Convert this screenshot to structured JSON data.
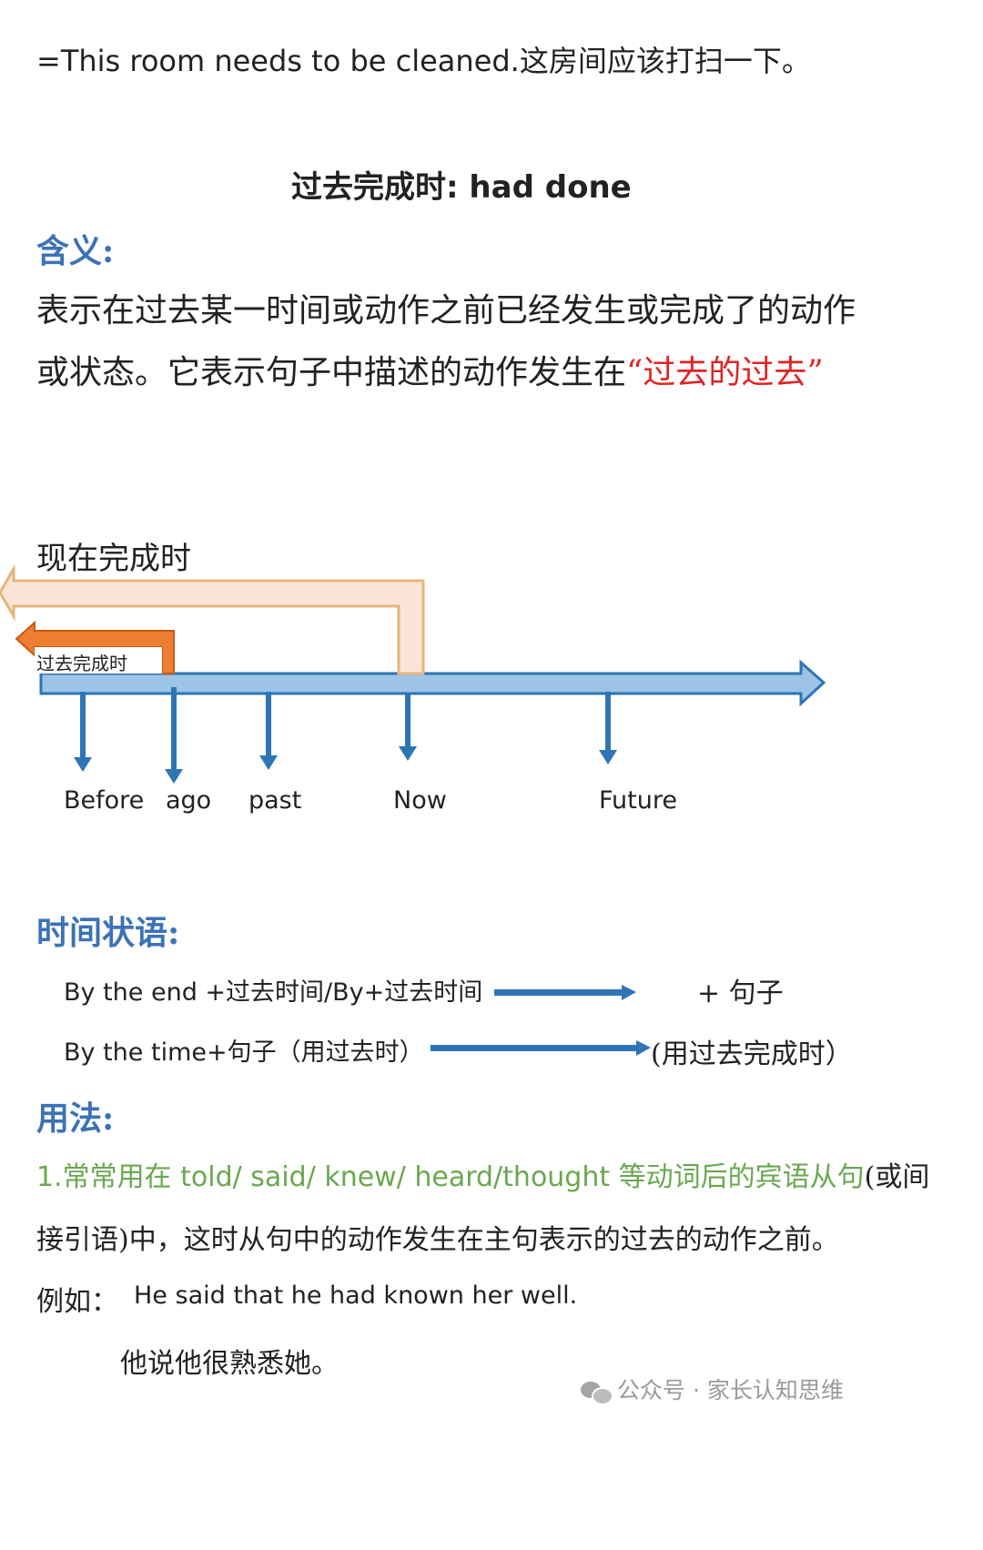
{
  "intro_line": "=This room needs to be cleaned.这房间应该打扫一下。",
  "section_title": "过去完成时: had done",
  "meaning": {
    "heading": "含义:",
    "line1": "表示在过去某一时间或动作之前已经发生或完成了的动作",
    "line2_prefix": "或状态。它表示句子中描述的动作发生在",
    "line2_highlight": "“过去的过去”"
  },
  "timeline": {
    "present_perfect_label": "现在完成时",
    "past_perfect_label": "过去完成时",
    "points": [
      "Before",
      "ago",
      "past",
      "Now",
      "Future"
    ],
    "colors": {
      "timeline_fill": "#9dc3e6",
      "timeline_stroke": "#2e75b6",
      "present_perfect_fill": "#fbe5d6",
      "present_perfect_stroke": "#e8b47c",
      "past_perfect_fill": "#ed7d31"
    }
  },
  "time_adverbials": {
    "heading": "时间状语:",
    "row1_left": "By the end +过去时间/By+过去时间",
    "row1_right": "+ 句子",
    "row2_left": "By the time+句子（用过去时）",
    "row2_right": "(用过去完成时）"
  },
  "usage": {
    "heading": "用法:",
    "line1_green": "1.常常用在 told/ said/ knew/ heard/thought 等动词后的宾语从句",
    "line1_tail": "(或间",
    "line2": "接引语)中，这时从句中的动作发生在主句表示的过去的动作之前。",
    "example_label": "例如：",
    "example_en": "He said that he had known her well.",
    "example_cn": "他说他很熟悉她。"
  },
  "watermark": "公众号 · 家长认知思维"
}
